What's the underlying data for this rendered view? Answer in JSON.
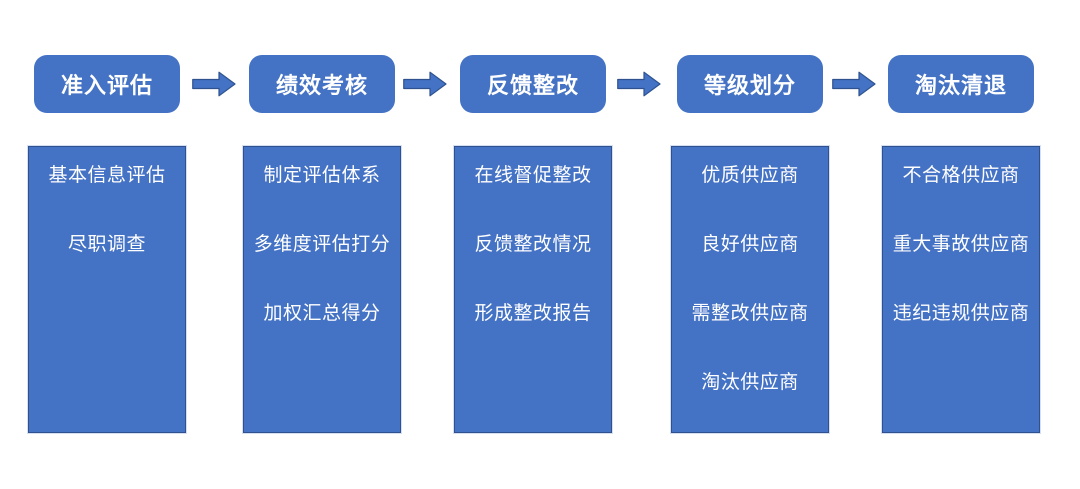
{
  "diagram": {
    "type": "flowchart",
    "direction": "left-to-right",
    "background": "#ffffff"
  },
  "colors": {
    "box_fill": "#4472c4",
    "box_border": "#2f528f",
    "text": "#ffffff"
  },
  "stages": [
    {
      "title": "准入评估",
      "items": [
        "基本信息评估",
        "尽职调查"
      ]
    },
    {
      "title": "绩效考核",
      "items": [
        "制定评估体系",
        "多维度评估打分",
        "加权汇总得分"
      ]
    },
    {
      "title": "反馈整改",
      "items": [
        "在线督促整改",
        "反馈整改情况",
        "形成整改报告"
      ]
    },
    {
      "title": "等级划分",
      "items": [
        "优质供应商",
        "良好供应商",
        "需整改供应商",
        "淘汰供应商"
      ]
    },
    {
      "title": "淘汰清退",
      "items": [
        "不合格供应商",
        "重大事故供应商",
        "违纪违规供应商"
      ]
    }
  ],
  "arrows": [
    "arrow-1-2",
    "arrow-2-3",
    "arrow-3-4",
    "arrow-4-5"
  ]
}
